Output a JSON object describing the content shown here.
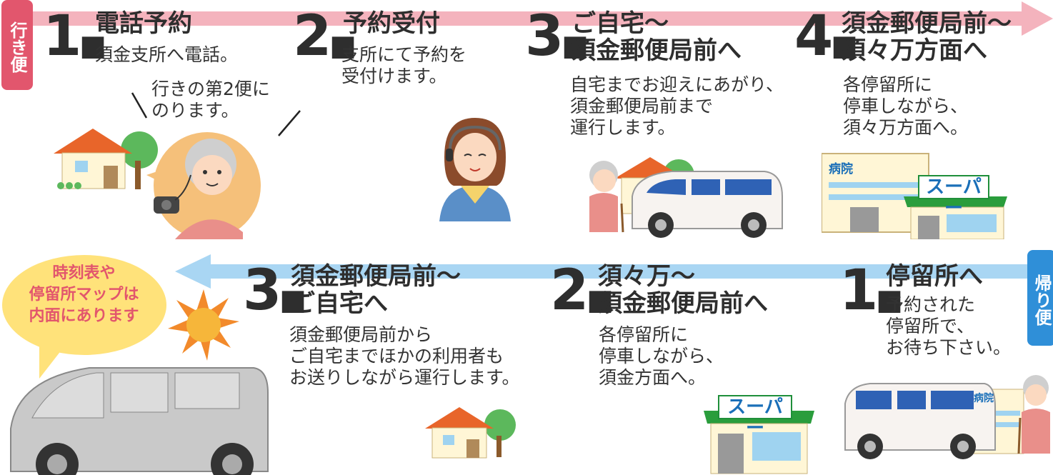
{
  "outbound": {
    "tab_label": "行き便",
    "color": "#e2566d",
    "arrow_color": "#f2a9b4",
    "steps": [
      {
        "number": "1",
        "title_lines": [
          "電話予約"
        ],
        "desc_lines": [
          "須金支所へ電話。"
        ]
      },
      {
        "number": "2",
        "title_lines": [
          "予約受付"
        ],
        "desc_lines": [
          "支所にて予約を",
          "受付けます。"
        ]
      },
      {
        "number": "3",
        "title_lines": [
          "ご自宅〜",
          "須金郵便局前へ"
        ],
        "desc_lines": [
          "自宅までお迎えにあがり、",
          "須金郵便局前まで",
          "運行します。"
        ]
      },
      {
        "number": "4",
        "title_lines": [
          "須金郵便局前〜",
          "須々万方面へ"
        ],
        "desc_lines": [
          "各停留所に",
          "停車しながら、",
          "須々万方面へ。"
        ]
      }
    ],
    "speech_lines": [
      "行きの第2便に",
      "のります。"
    ]
  },
  "inbound": {
    "tab_label": "帰り便",
    "color": "#2f8fd8",
    "arrow_color": "#a9d6f3",
    "steps": [
      {
        "number": "1",
        "title_lines": [
          "停留所へ"
        ],
        "desc_lines": [
          "予約された",
          "停留所で、",
          "お待ち下さい。"
        ]
      },
      {
        "number": "2",
        "title_lines": [
          "須々万〜",
          "須金郵便局前へ"
        ],
        "desc_lines": [
          "各停留所に",
          "停車しながら、",
          "須金方面へ。"
        ]
      },
      {
        "number": "3",
        "title_lines": [
          "須金郵便局前〜",
          "ご自宅へ"
        ],
        "desc_lines": [
          "須金郵便局前から",
          "ご自宅までほかの利用者も",
          "お送りしながら運行します。"
        ]
      }
    ]
  },
  "callout": {
    "lines": [
      "時刻表や",
      "停留所マップは",
      "内面にあります"
    ],
    "bg": "#ffe27a",
    "text_color": "#e2566d"
  },
  "signs": {
    "hospital": "病院",
    "supermarket": "スーパー"
  },
  "icons": [
    "house-icon",
    "phone-icon",
    "grandma-icon",
    "operator-icon",
    "van-icon",
    "hospital-icon",
    "supermarket-icon",
    "sun-icon"
  ]
}
